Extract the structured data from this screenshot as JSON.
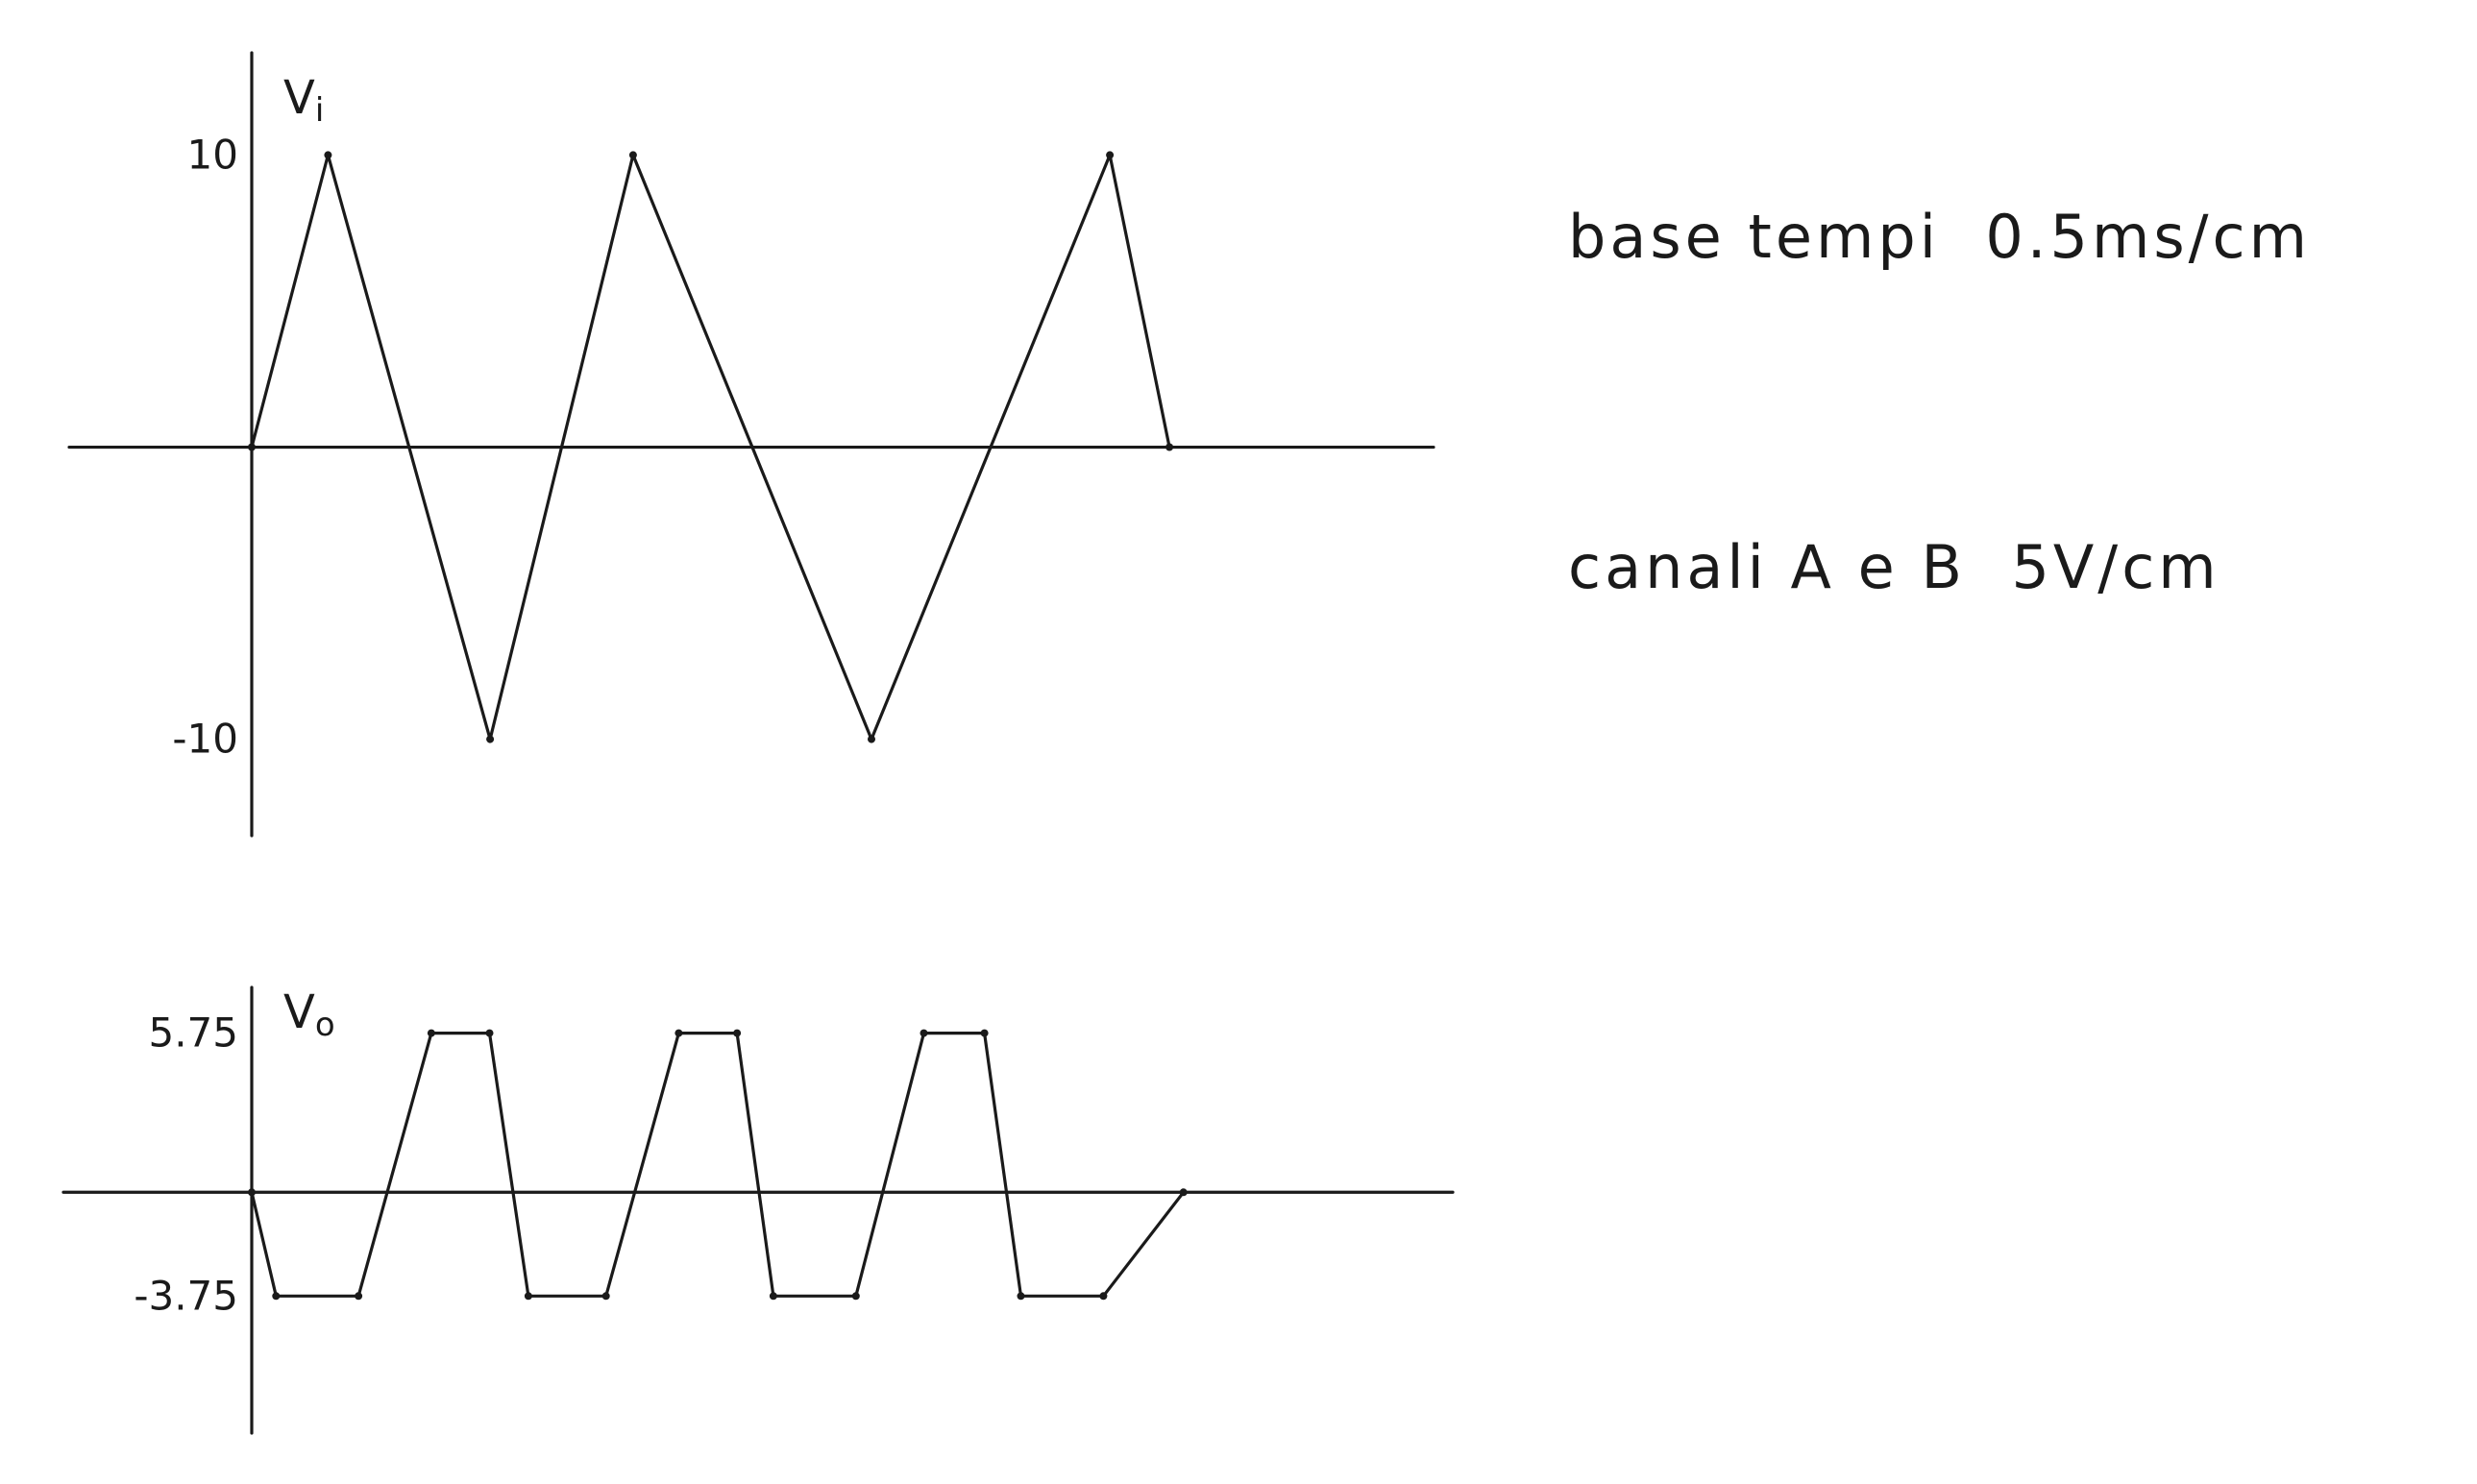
{
  "chart_data": [
    {
      "type": "line",
      "ylabel": "Vi",
      "ylabel_main": "V",
      "ylabel_sub": "i",
      "yticks": [
        10,
        -10
      ],
      "ytick_labels": [
        "10",
        "-10"
      ],
      "ylim": [
        -13.3,
        13.5
      ],
      "xlim": [
        0,
        4.95
      ],
      "grid": false,
      "series": [
        {
          "x": [
            0,
            0.32,
            1.0,
            1.6,
            2.6,
            3.6,
            3.85
          ],
          "y": [
            0,
            10,
            -10,
            10,
            -10,
            10,
            0
          ]
        }
      ]
    },
    {
      "type": "line",
      "ylabel": "Vo",
      "ylabel_main": "V",
      "ylabel_sub": "o",
      "yticks": [
        5.75,
        -3.75
      ],
      "ytick_labels": [
        "5.75",
        "-3.75"
      ],
      "ylim": [
        -8.7,
        7.4
      ],
      "xlim": [
        0,
        4.95
      ],
      "grid": false,
      "series": [
        {
          "x": [
            0,
            0.1,
            0.44,
            0.74,
            0.98,
            1.14,
            1.46,
            1.76,
            2.0,
            2.15,
            2.49,
            2.77,
            3.02,
            3.17,
            3.51,
            3.84
          ],
          "y": [
            0,
            -3.75,
            -3.75,
            5.75,
            5.75,
            -3.75,
            -3.75,
            5.75,
            5.75,
            -3.75,
            -3.75,
            5.75,
            5.75,
            -3.75,
            -3.75,
            0
          ]
        }
      ]
    }
  ],
  "annotations": {
    "timebase": "base tempi  0.5ms/cm",
    "channels": "canali A e B  5V/cm"
  }
}
